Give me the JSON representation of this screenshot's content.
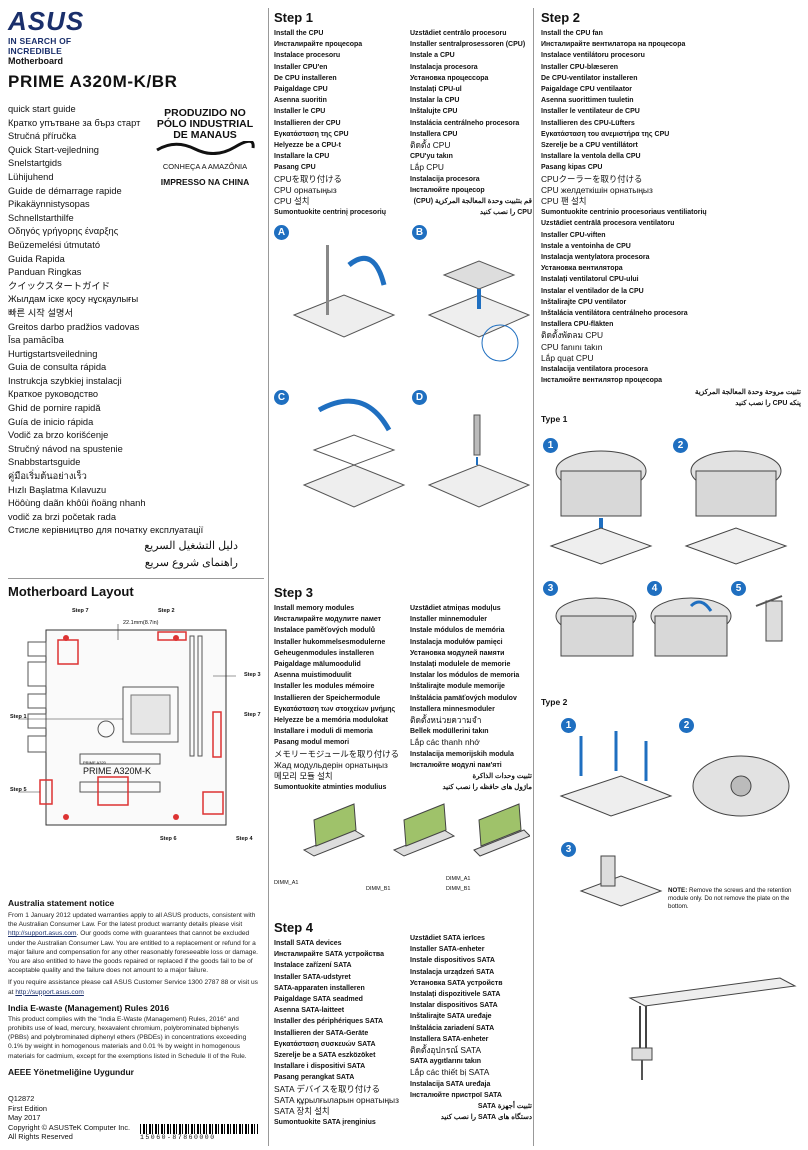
{
  "brand": {
    "logo": "ASUS",
    "tagline": "IN SEARCH OF INCREDIBLE"
  },
  "motherboard_label": "Motherboard",
  "model": "PRIME A320M-K/BR",
  "guide_titles": [
    "quick start guide",
    "Кратко упътване за бърз старт",
    "Stručná příručka",
    "Quick Start-vejledning",
    "Snelstartgids",
    "Lühijuhend",
    "Guide de démarrage rapide",
    "Pikakäynnistysopas",
    "Schnellstarthilfe",
    "Οδηγός γρήγορης έναρξης",
    "Beüzemelési útmutató",
    "Guida Rapida",
    "Panduan Ringkas",
    "クイックスタートガイド",
    "Жылдам іске қосу нұсқаулығы",
    "빠른 시작 설명서",
    "Greitos darbo pradžios vadovas",
    "Īsa pamācība",
    "Hurtigstartsveiledning",
    "Guia de consulta rápida",
    "Instrukcja szybkiej instalacji",
    "Краткое руководство",
    "Ghid de pornire rapidă",
    "Guía de inicio rápida",
    "Vodič za brzo korišćenje",
    "Stručný návod na spustenie",
    "Snabbstartsguide",
    "คู่มือเริ่มต้นอย่างเร็ว",
    "Hızlı Başlatma Kılavuzu",
    "Höôùng daãn khôûi ñoäng nhanh",
    "vodič za brzi početak rada",
    "Стисле керівництво для початку експлуатації"
  ],
  "guide_titles_rtl": [
    "دليل التشغيل السريع",
    "راهنمای شروع سریع"
  ],
  "stamp": {
    "line1": "PRODUZIDO NO",
    "line2": "PÓLO INDUSTRIAL",
    "line3": "DE MANAUS",
    "line4": "CONHEÇA A AMAZÔNIA",
    "line5": "IMPRESSO NA CHINA"
  },
  "step1": {
    "title": "Step 1",
    "left": [
      "Install the CPU",
      "Инсталирайте процесора",
      "Instalace procesoru",
      "Installer CPU'en",
      "De CPU installeren",
      "Paigaldage CPU",
      "Asenna suoritin",
      "Installer le CPU",
      "Installieren der CPU",
      "Εγκατάσταση της CPU",
      "Helyezze be a CPU-t",
      "Installare la CPU",
      "Pasang CPU",
      "CPUを取り付ける",
      "CPU орнатыңыз",
      "CPU 설치",
      "Sumontuokite centrinį procesorių"
    ],
    "right": [
      "Uzstādiet centrālo procesoru",
      "Installer sentralprosessoren (CPU)",
      "Instale a CPU",
      "Instalacja procesora",
      "Установка процессора",
      "Instalați CPU-ul",
      "Instalar la CPU",
      "Inštalujte CPU",
      "Instalácia centrálneho procesora",
      "Installera CPU",
      "ติดตั้ง CPU",
      "CPU'yu takın",
      "Lắp CPU",
      "Instalacija procesora",
      "Інсталюйте процесор"
    ],
    "right_rtl": [
      "قم بتثبيت وحدة المعالجة المركزية (CPU)",
      "CPU را نصب کنید"
    ],
    "fig_labels": [
      "A",
      "B",
      "C",
      "D"
    ]
  },
  "step2": {
    "title": "Step 2",
    "lines": [
      "Install the CPU fan",
      "Инсталирайте вентилатора на процесора",
      "Instalace ventilátoru procesoru",
      "Installer CPU-blæseren",
      "De CPU-ventilator installeren",
      "Paigaldage CPU ventilaator",
      "Asenna suorittimen tuuletin",
      "Installer le ventilateur de CPU",
      "Installieren des CPU-Lüfters",
      "Εγκατάσταση του ανεμιστήρα της CPU",
      "Szerelje be a CPU ventillátort",
      "Installare la ventola della CPU",
      "Pasang kipas CPU",
      "CPUクーラーを取り付ける",
      "CPU желдеткішін орнатыңыз",
      "CPU 팬 설치",
      "Sumontuokite centrinio procesoriaus ventiliatorių",
      "Uzstādiet centrālā procesora ventilatoru",
      "Installer CPU-viften",
      "Instale a ventoinha de CPU",
      "Instalacja wentylatora procesora",
      "Установка вентилятора",
      "Instalați ventilatorul CPU-ului",
      "Instalar el ventilador de la CPU",
      "Inštalirajte CPU ventilator",
      "Inštalácia ventilátora centrálneho procesora",
      "Installera CPU-fläkten",
      "ติดตั้งพัดลม CPU",
      "CPU fanını takın",
      "Lắp quạt CPU",
      "Instalacija ventilatora procesora",
      "Інсталюйте вентилятор процесора"
    ],
    "rtl": [
      "تثبيت مروحة وحدة المعالجة المركزية",
      "پنکه CPU را نصب کنید"
    ],
    "type1": "Type 1",
    "type2": "Type 2",
    "type1_steps": [
      "1",
      "2",
      "3",
      "4",
      "5"
    ],
    "type2_steps": [
      "1",
      "2",
      "3"
    ],
    "note_label": "NOTE:",
    "note": "Remove the screws and the retention module only. Do not remove the plate on the bottom."
  },
  "layout": {
    "title": "Motherboard Layout",
    "labels": [
      "Step 7",
      "Step 2",
      "Step 3",
      "Step 7",
      "Step 1",
      "Step 5",
      "Step 6",
      "Step 4"
    ],
    "dimension": "22.1mm(8.7in)",
    "board_name": "PRIME A320M-K",
    "series": "PRIME A320"
  },
  "step3": {
    "title": "Step 3",
    "left": [
      "Install memory modules",
      "Инсталирайте модулите памет",
      "Instalace paměťových modulů",
      "Installer hukommelsesmodulerne",
      "Geheugenmodules installeren",
      "Paigaldage mälumoodulid",
      "Asenna muistimoduulit",
      "Installer les modules mémoire",
      "Installieren der Speichermodule",
      "Εγκατάσταση των στοιχείων μνήμης",
      "Helyezze be a memória modulokat",
      "Installare i moduli di memoria",
      "Pasang modul memori",
      "メモリーモジュールを取り付ける",
      "Жад модульдерін орнатыңыз",
      "메모리 모듈 설치",
      "Sumontuokite atminties modulius"
    ],
    "right": [
      "Uzstādiet atmiņas moduļus",
      "Installer minnemoduler",
      "Instale módulos de memória",
      "Instalacja modułów pamięci",
      "Установка модулей памяти",
      "Instalați modulele de memorie",
      "Instalar los módulos de memoria",
      "Inštalirajte module memorije",
      "Inštalácia pamäťových modulov",
      "Installera minnesmoduler",
      "ติดตั้งหน่วยความจำ",
      "Bellek modüllerini takın",
      "Lắp các thanh nhớ",
      "Instalacija memorijskih modula",
      "Інсталюйте модулі пам'яті"
    ],
    "right_rtl": [
      "تثبيت وحدات الذاكرة",
      "ماژول های حافظه را نصب کنید"
    ],
    "dimm": [
      "DIMM_A1",
      "DIMM_A1",
      "DIMM_B1",
      "DIMM_B1"
    ]
  },
  "step4": {
    "title": "Step 4",
    "left": [
      "Install SATA devices",
      "Инсталирайте SATA устройства",
      "Instalace zařízení SATA",
      "Installer SATA-udstyret",
      "SATA-apparaten installeren",
      "Paigaldage SATA seadmed",
      "Asenna SATA-laitteet",
      "Installer des périphériques SATA",
      "Installieren der SATA-Geräte",
      "Εγκατάσταση συσκευών SATA",
      "Szerelje be a SATA eszközöket",
      "Installare i dispositivi SATA",
      "Pasang perangkat SATA",
      "SATA デバイスを取り付ける",
      "SATA құрылғыларын орнатыңыз",
      "SATA 장치 설치",
      "Sumontuokite SATA įrenginius"
    ],
    "right": [
      "Uzstādiet SATA ierīces",
      "Installer SATA-enheter",
      "Instale dispositivos SATA",
      "Instalacja urządzeń SATA",
      "Установка SATA устройств",
      "Instalați dispozitivele SATA",
      "Instalar dispositivos SATA",
      "Inštalirajte SATA uređaje",
      "Inštalácia zariadení SATA",
      "Installera SATA-enheter",
      "ติดตั้งอุปกรณ์ SATA",
      "SATA aygıtlarını takın",
      "Lắp các thiết bị SATA",
      "Instalacija SATA uređaja",
      "Інсталюйте пристрої SATA"
    ],
    "right_rtl": [
      "تثبيت أجهزة SATA",
      "دستگاه های SATA را نصب کنید"
    ]
  },
  "notices": {
    "au_title": "Australia statement notice",
    "au_p1": "From 1 January 2012 updated warranties apply to all ASUS products, consistent with the Australian Consumer Law. For the latest product warranty details please visit",
    "au_link1": "http://support.asus.com",
    "au_p1b": ". Our goods come with guarantees that cannot be excluded under the Australian Consumer Law. You are entitled to a replacement or refund for a major failure and compensation for any other reasonably foreseeable loss or damage. You are also entitled to have the goods repaired or replaced if the goods fail to be of acceptable quality and the failure does not amount to a major failure.",
    "au_p2": "If you require assistance please call ASUS Customer Service 1300 2787 88 or visit us at",
    "au_link2": "http://support.asus.com",
    "in_title": "India E-waste (Management) Rules 2016",
    "in_p": "This product complies with the \"India E-Waste (Management) Rules, 2016\" and prohibits use of lead, mercury, hexavalent chromium, polybrominated biphenyls (PBBs) and polybrominated diphenyl ethers (PBDEs) in concentrations exceeding 0.1% by weight in homogenous materials and 0.01 % by weight in homogenous materials for cadmium, except for the exemptions listed in Schedule II of the Rule.",
    "tr_title": "AEEE Yönetmeliğine Uygundur"
  },
  "footer": {
    "lines": [
      "Q12872",
      "First Edition",
      "May 2017",
      "Copyright © ASUSTeK Computer Inc.",
      "All Rights Reserved"
    ],
    "barcode": "15060-87860000"
  },
  "colors": {
    "accent_blue": "#1f6fc0",
    "brand_navy": "#1a2f6b",
    "highlight_red": "#d33"
  }
}
